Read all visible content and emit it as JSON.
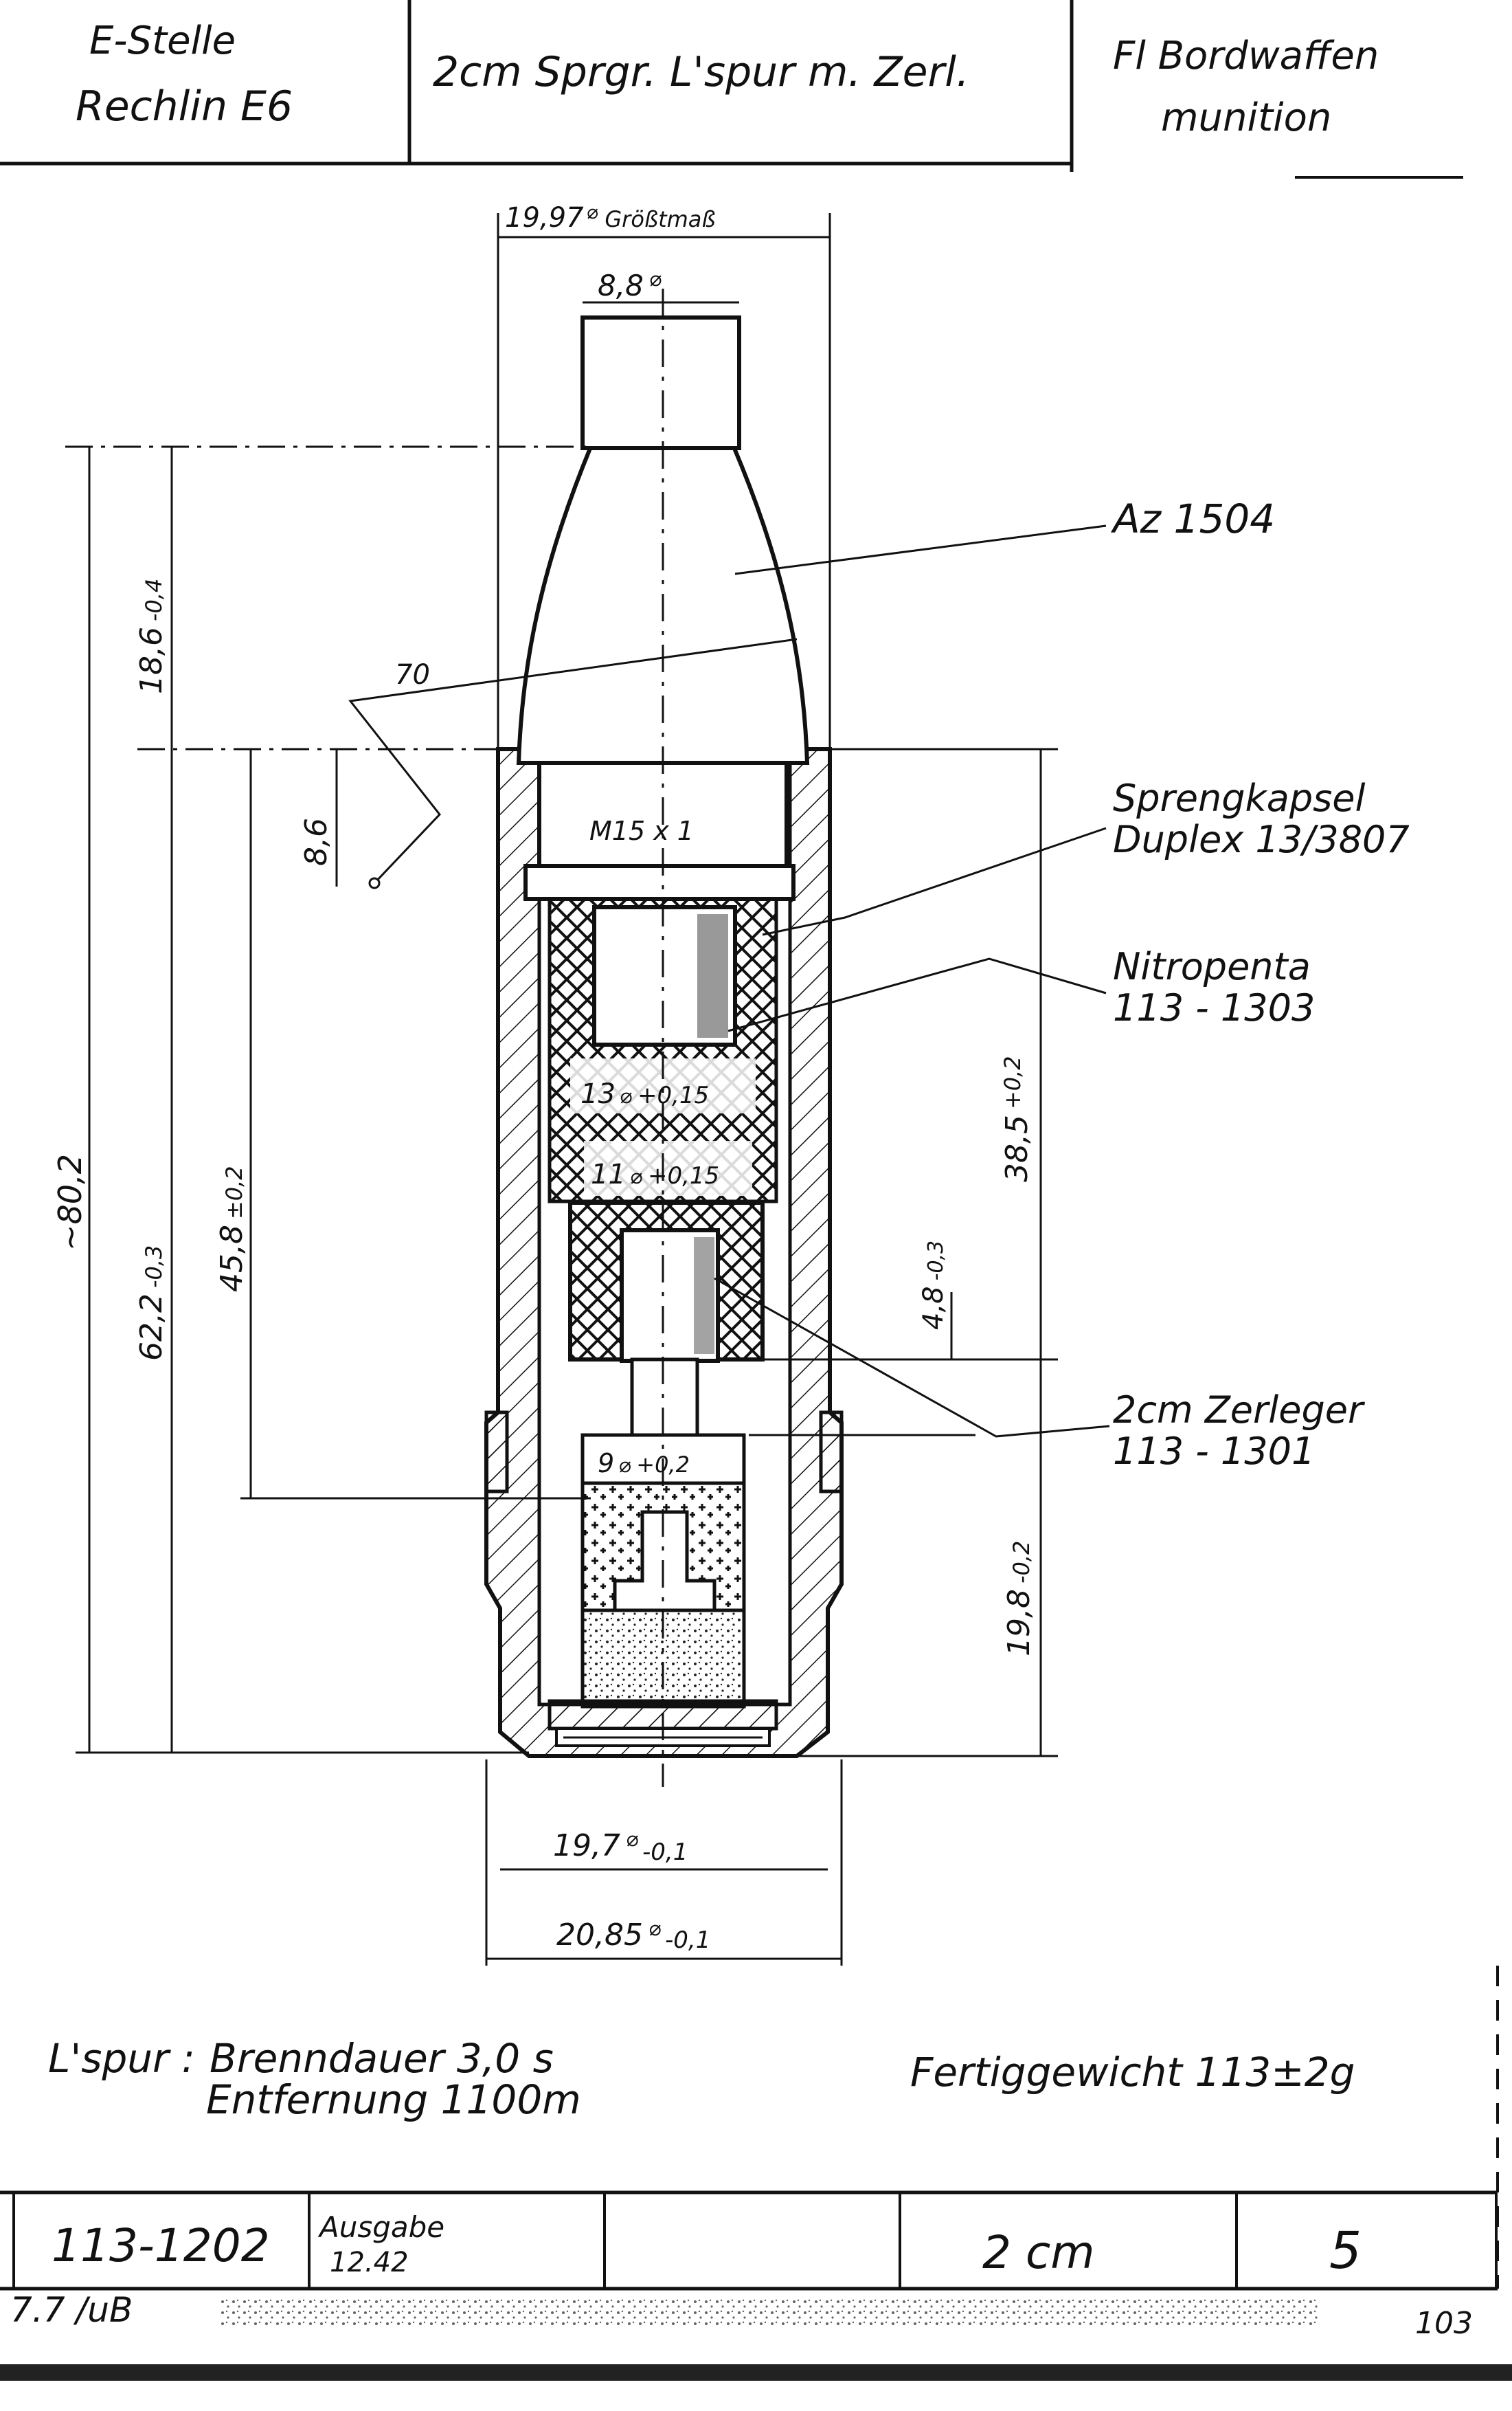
{
  "header": {
    "office_line1": "E-Stelle",
    "office_line2": "Rechlin E6",
    "title": "2cm Sprgr. L'spur m. Zerl.",
    "dept_line1": "Fl Bordwaffen",
    "dept_line2": "munition"
  },
  "dims": {
    "max_diameter": "19,97",
    "max_diameter_note": "Größtmaß",
    "nose_diameter": "8,8",
    "thread": "M15 x 1",
    "bore_upper": "13",
    "bore_upper_tol": "+0,15",
    "bore_lower": "11",
    "bore_lower_tol": "+0,15",
    "bore_base": "9",
    "bore_base_tol": "+0,2",
    "body_diameter": "19,7",
    "body_diameter_tol": "-0,1",
    "band_diameter": "20,85",
    "band_diameter_tol": "-0,1",
    "overall_length": "~80,2",
    "fuze_length": "18,6",
    "fuze_length_tol": "-0,4",
    "body_length": "62,2",
    "body_length_tol": "-0,3",
    "cavity_length": "45,8",
    "cavity_length_tol": "±0,2",
    "angle_dim": "8,6",
    "ogive_radius": "70",
    "explosive_depth": "38,5",
    "explosive_depth_tol": "+0,2",
    "step_depth": "4,8",
    "step_depth_tol": "-0,3",
    "tracer_length": "19,8",
    "tracer_length_tol": "-0,2"
  },
  "callouts": {
    "fuze": "Az 1504",
    "detonator_line1": "Sprengkapsel",
    "detonator_line2": "Duplex 13/3807",
    "filler_line1": "Nitropenta",
    "filler_line2": "113 - 1303",
    "destructor_line1": "2cm Zerleger",
    "destructor_line2": "113 - 1301"
  },
  "notes": {
    "tracer_prefix": "L'spur :",
    "burn_time": "Brenndauer 3,0 s",
    "range": "Entfernung 1100m",
    "weight": "Fertiggewicht 113±2g"
  },
  "footer": {
    "drawing_no": "113-1202",
    "issue_label": "Ausgabe",
    "issue_date": "12.42",
    "caliber": "2 cm",
    "sheet": "5",
    "stamp": "7.7 /uB",
    "page": "103"
  }
}
